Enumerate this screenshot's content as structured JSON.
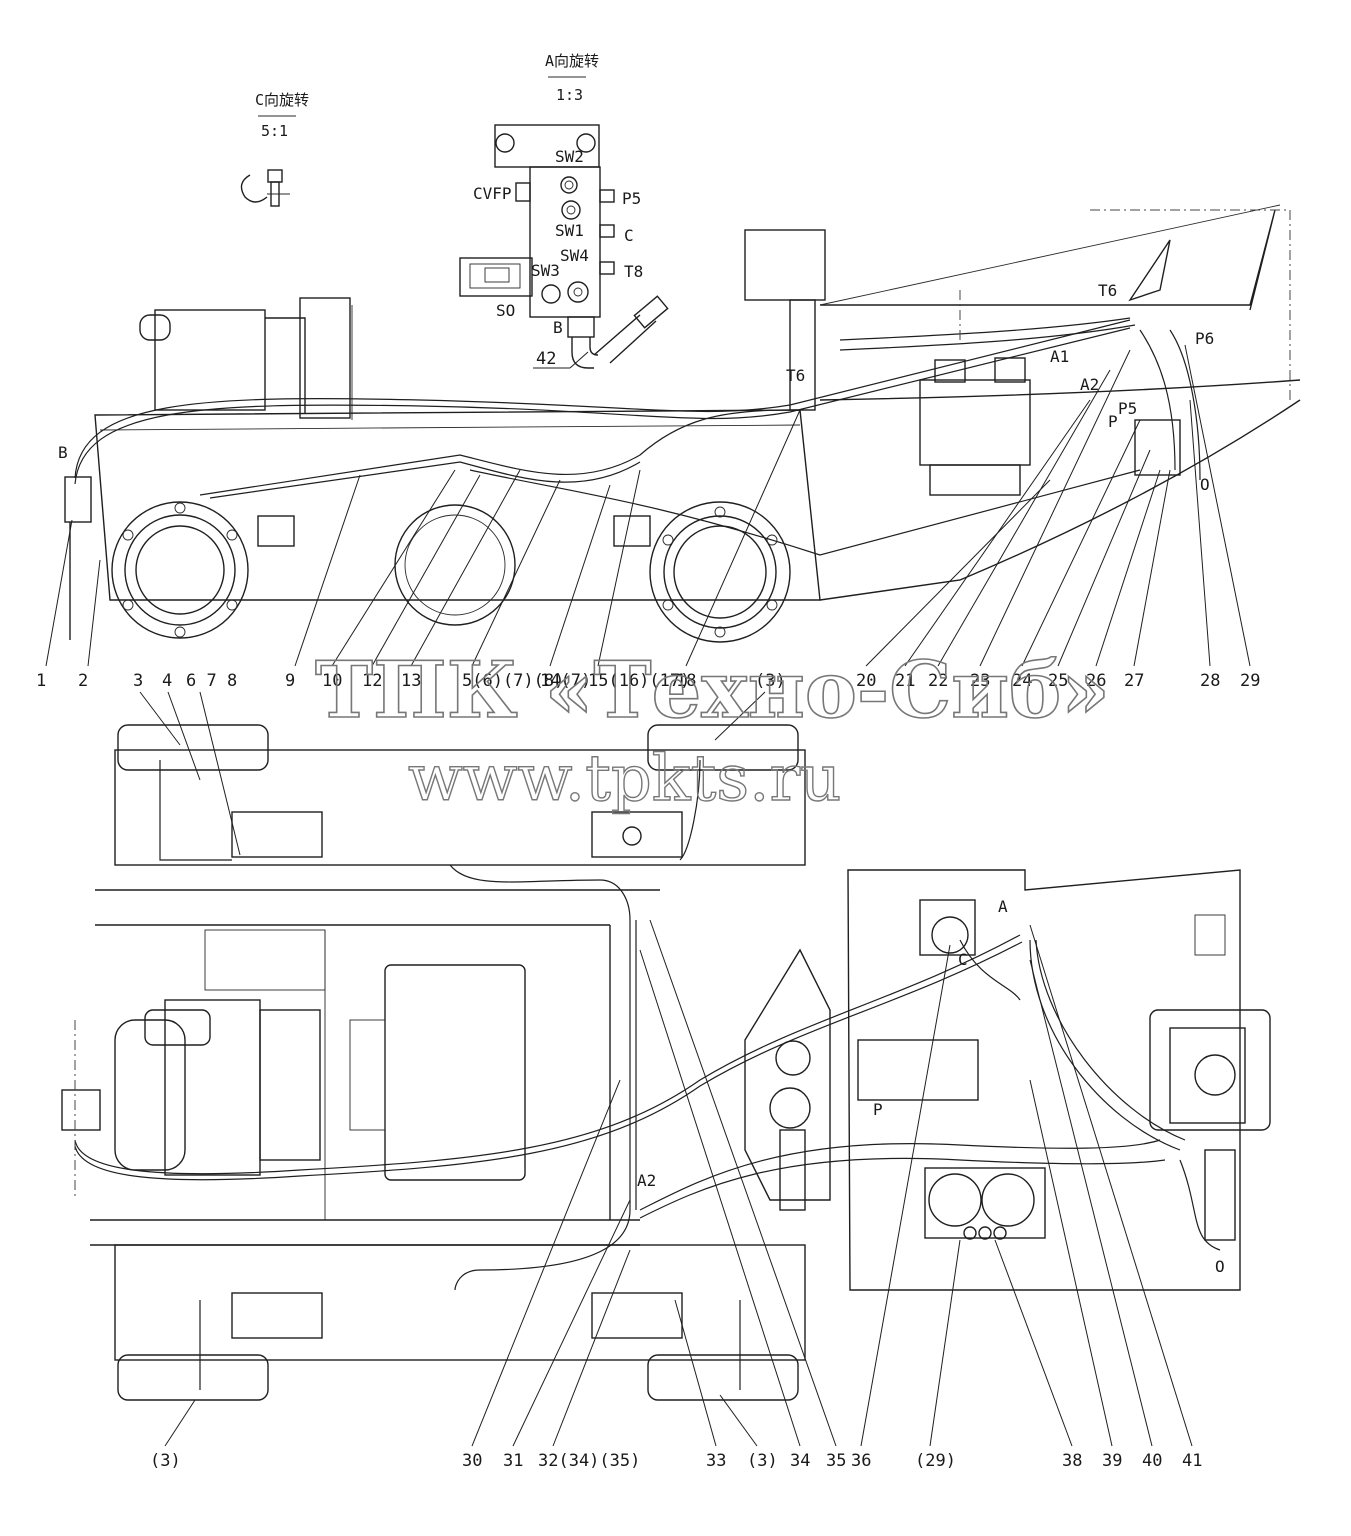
{
  "title_views": {
    "view_a": {
      "label": "A向旋转",
      "scale": "1:3"
    },
    "view_c": {
      "label": "C向旋转",
      "scale": "5:1"
    }
  },
  "valve_ports": [
    "SW2",
    "CVFP",
    "P5",
    "SW1",
    "C",
    "SW4",
    "SW3",
    "T8",
    "SO",
    "B"
  ],
  "valve_callout": "42",
  "side_view_ports": [
    "B",
    "T6",
    "T6",
    "P6",
    "A1",
    "A2",
    "P5",
    "P",
    "O"
  ],
  "plan_view_ports": [
    "A",
    "C",
    "P",
    "A2",
    "O"
  ],
  "callouts_row1": [
    "1",
    "2",
    "9",
    "10",
    "12",
    "13",
    "5(6)(7)(8)",
    "14(7)",
    "15(16)(17)",
    "18",
    "20",
    "21",
    "22",
    "23",
    "24",
    "25",
    "26",
    "27",
    "28",
    "29"
  ],
  "callouts_row2": [
    "3",
    "4",
    "6 7 8",
    "(3)"
  ],
  "callouts_bottom": [
    "(3)",
    "30",
    "31",
    "32(34)(35)",
    "33",
    "(3)",
    "34",
    "35",
    "36",
    "(29)",
    "38",
    "39",
    "40",
    "41"
  ],
  "watermark": {
    "line1": "ТПК «Техно-Сиб»",
    "line2": "www.tpkts.ru"
  }
}
